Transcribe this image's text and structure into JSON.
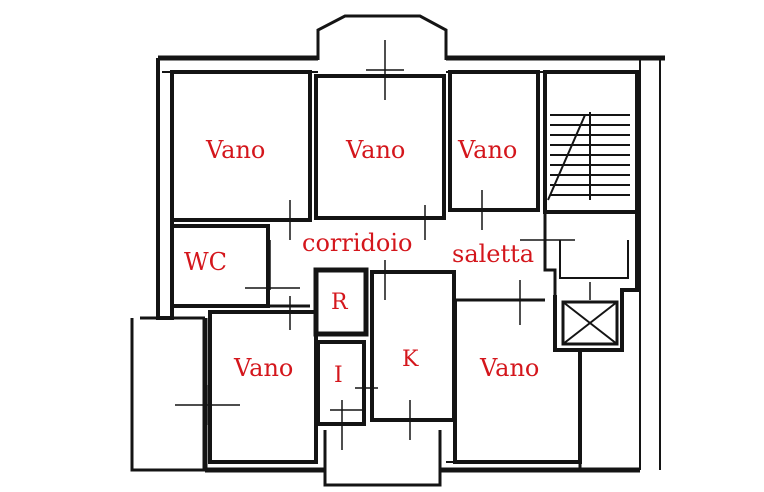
{
  "floor_plan": {
    "label_color": "#d4161c",
    "wall_color": "#141414",
    "rooms": {
      "vano_1": "Vano",
      "vano_2": "Vano",
      "vano_3": "Vano",
      "wc": "WC",
      "corridoio": "corridoio",
      "saletta": "saletta",
      "r": "R",
      "i": "I",
      "k": "K",
      "vano_4": "Vano",
      "vano_5": "Vano"
    }
  }
}
